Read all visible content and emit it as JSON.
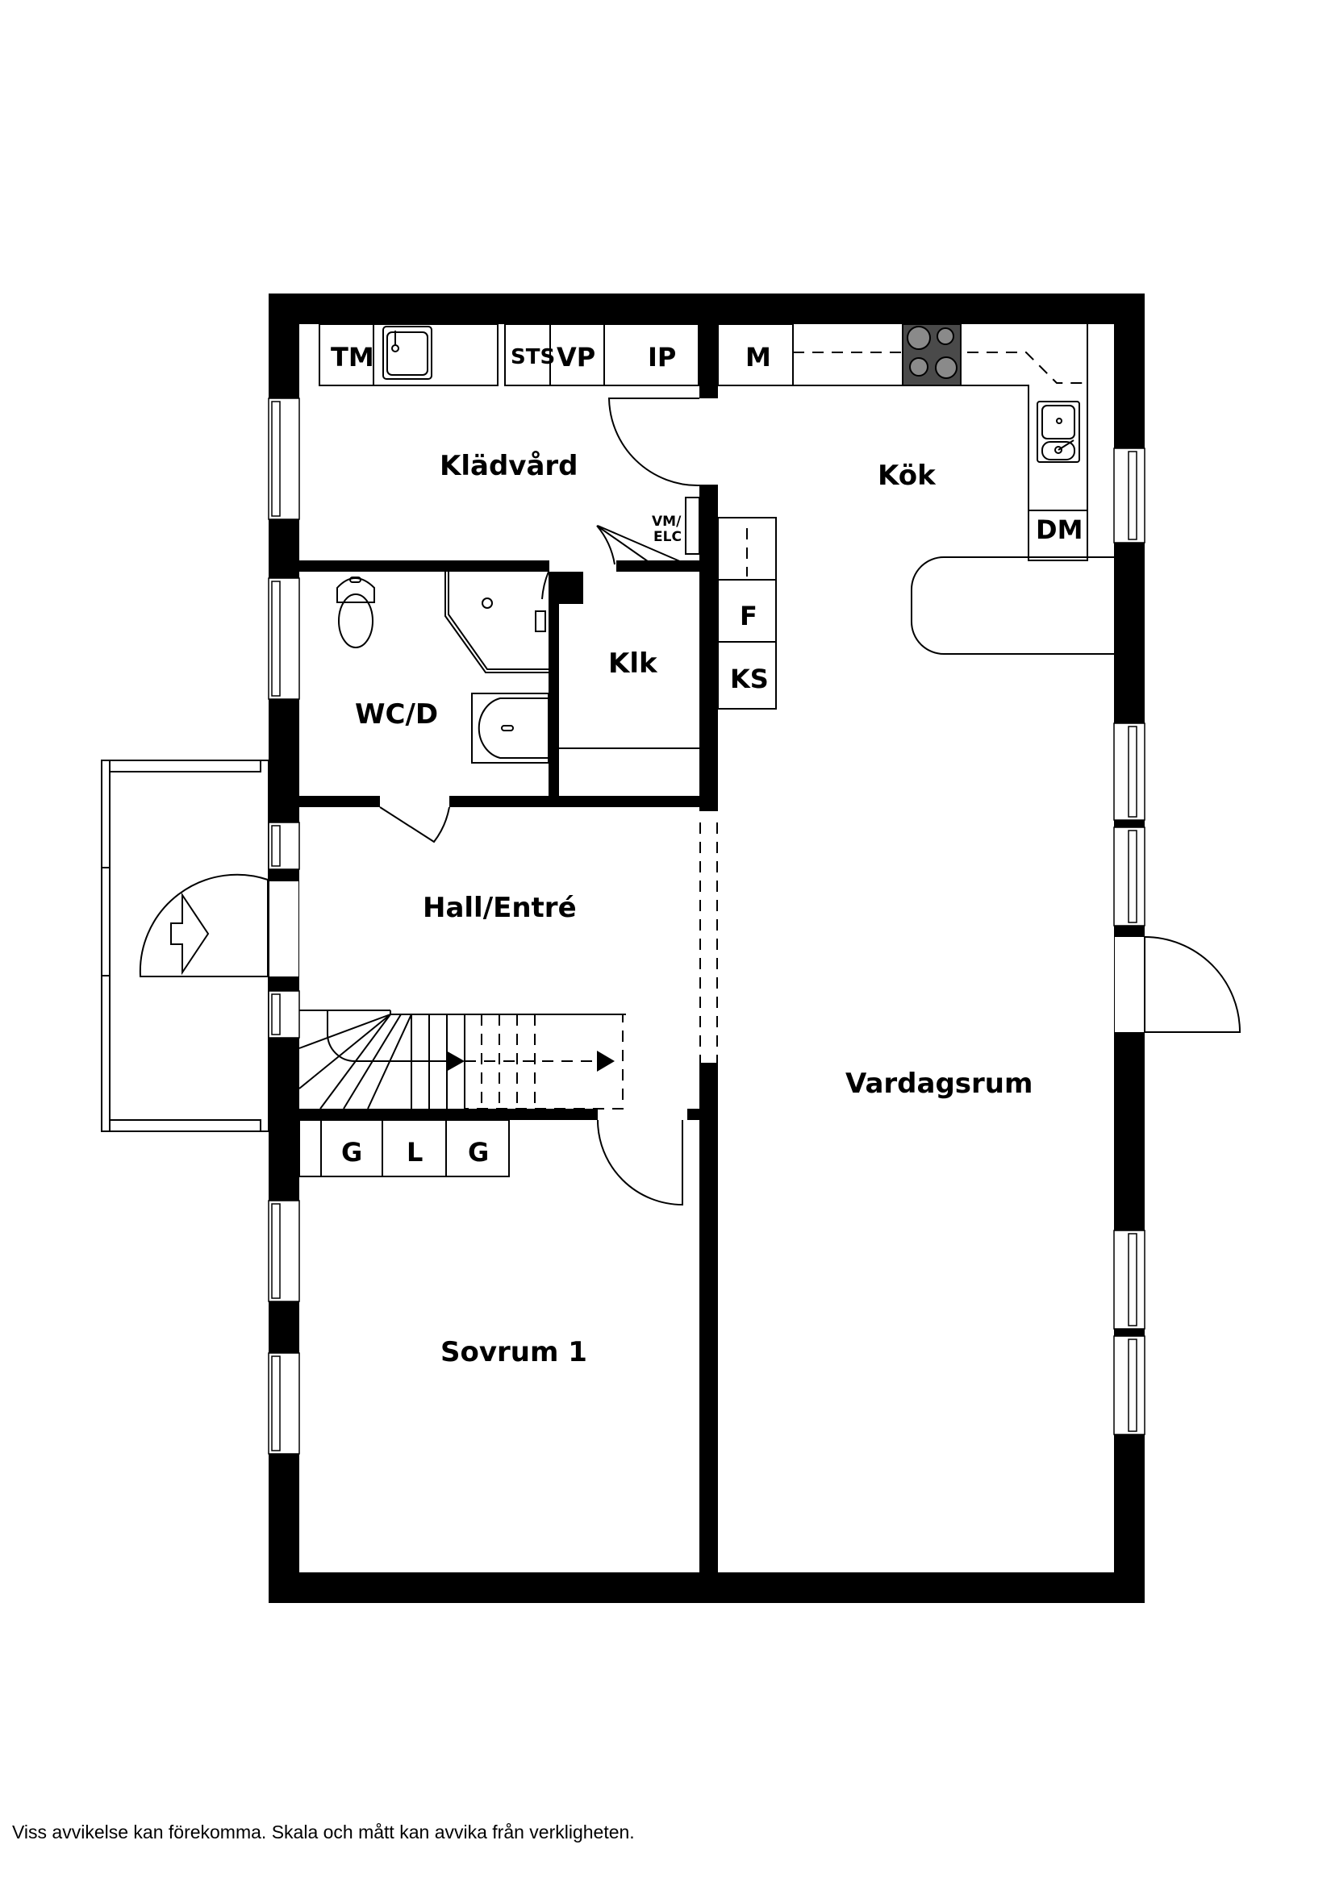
{
  "rooms": {
    "kladvard": "Klädvård",
    "kok": "Kök",
    "wcd": "WC/D",
    "klk": "Klk",
    "hall": "Hall/Entré",
    "vardagsrum": "Vardagsrum",
    "sovrum1": "Sovrum 1"
  },
  "fixtures": {
    "tm": "TM",
    "sts": "STS",
    "vp": "VP",
    "ip": "IP",
    "m": "M",
    "dm": "DM",
    "f": "F",
    "ks": "KS",
    "vm_line1": "VM/",
    "vm_line2": "ELC",
    "g1": "G",
    "l": "L",
    "g2": "G"
  },
  "icons": {
    "stove": "stove-icon",
    "kitchen_sink": "sink-icon",
    "laundry_sink": "sink-icon",
    "toilet": "toilet-icon",
    "shower": "shower-icon",
    "washbasin": "washbasin-icon",
    "stairs": "stairs-icon",
    "entrance_arrow": "entrance-arrow-icon"
  },
  "colors": {
    "wall": "#000000",
    "stove": "#4a4a4a",
    "burner": "#8a8a8a",
    "background": "#ffffff"
  },
  "footer": {
    "disclaimer": "Viss avvikelse kan förekomma. Skala och mått kan avvika från verkligheten."
  }
}
